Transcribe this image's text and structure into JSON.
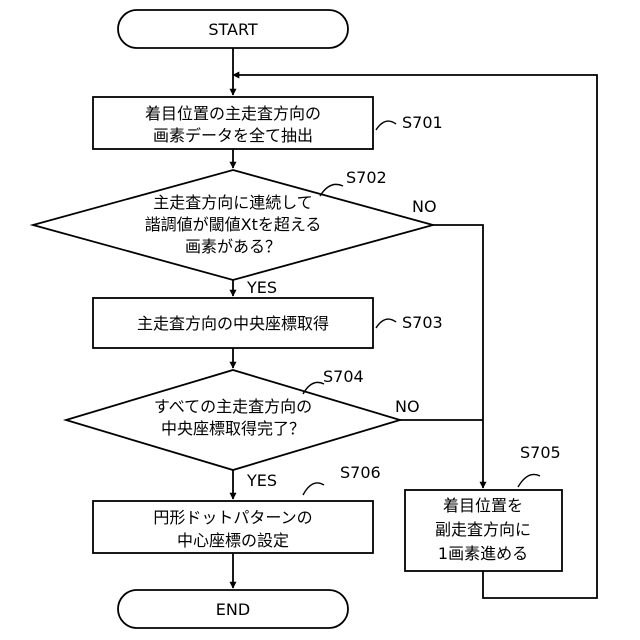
{
  "start": {
    "label": "START"
  },
  "end": {
    "label": "END"
  },
  "steps": {
    "s701": {
      "id": "S701",
      "lines": [
        "着目位置の主走査方向の",
        "画素データを全て抽出"
      ]
    },
    "s702": {
      "id": "S702",
      "lines": [
        "主走査方向に連続して",
        "諧調値が閾値Xtを超える",
        "画素がある？"
      ],
      "no_label": "NO",
      "yes_label": "YES"
    },
    "s703": {
      "id": "S703",
      "lines": [
        "主走査方向の中央座標取得"
      ]
    },
    "s704": {
      "id": "S704",
      "lines": [
        "すべての主走査方向の",
        "中央座標取得完了？"
      ],
      "no_label": "NO",
      "yes_label": "YES"
    },
    "s705": {
      "id": "S705",
      "lines": [
        "着目位置を",
        "副走査方向に",
        "1画素進める"
      ]
    },
    "s706": {
      "id": "S706",
      "lines": [
        "円形ドットパターンの",
        "中心座標の設定"
      ]
    }
  }
}
